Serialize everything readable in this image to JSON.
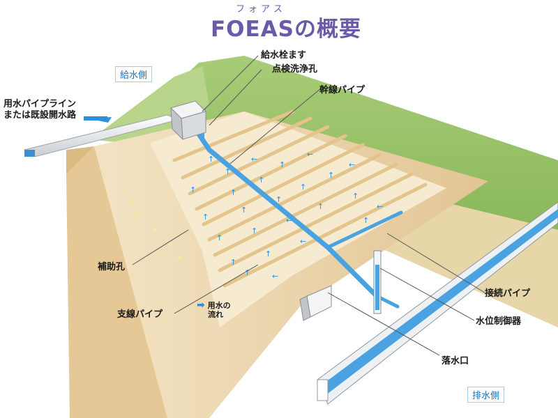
{
  "title": {
    "ruby": "フォアス",
    "main": "FOEASの概要"
  },
  "sides": {
    "supply": "給水側",
    "drain": "排水側"
  },
  "labels": {
    "water_pipeline": [
      "用水パイプライン",
      "または既設開水路"
    ],
    "inlet_box": "給水栓ます",
    "inspection_hole": "点検洗浄孔",
    "main_pipe": "幹線パイプ",
    "auxiliary_hole": "補助孔",
    "branch_pipe": "支線パイプ",
    "connecting_pipe": "接続パイプ",
    "water_level_controller": "水位制御器",
    "drop_outlet": "落水口"
  },
  "legend": {
    "icon": "arrow-right-icon",
    "text": [
      "用水の",
      "流れ"
    ]
  },
  "colors": {
    "title": "#6a5aa8",
    "pipe": "#4aa3e0",
    "flow_arrow": "#2f8fd8",
    "ground": "#efd9ad",
    "grass": "#9cc46a"
  }
}
